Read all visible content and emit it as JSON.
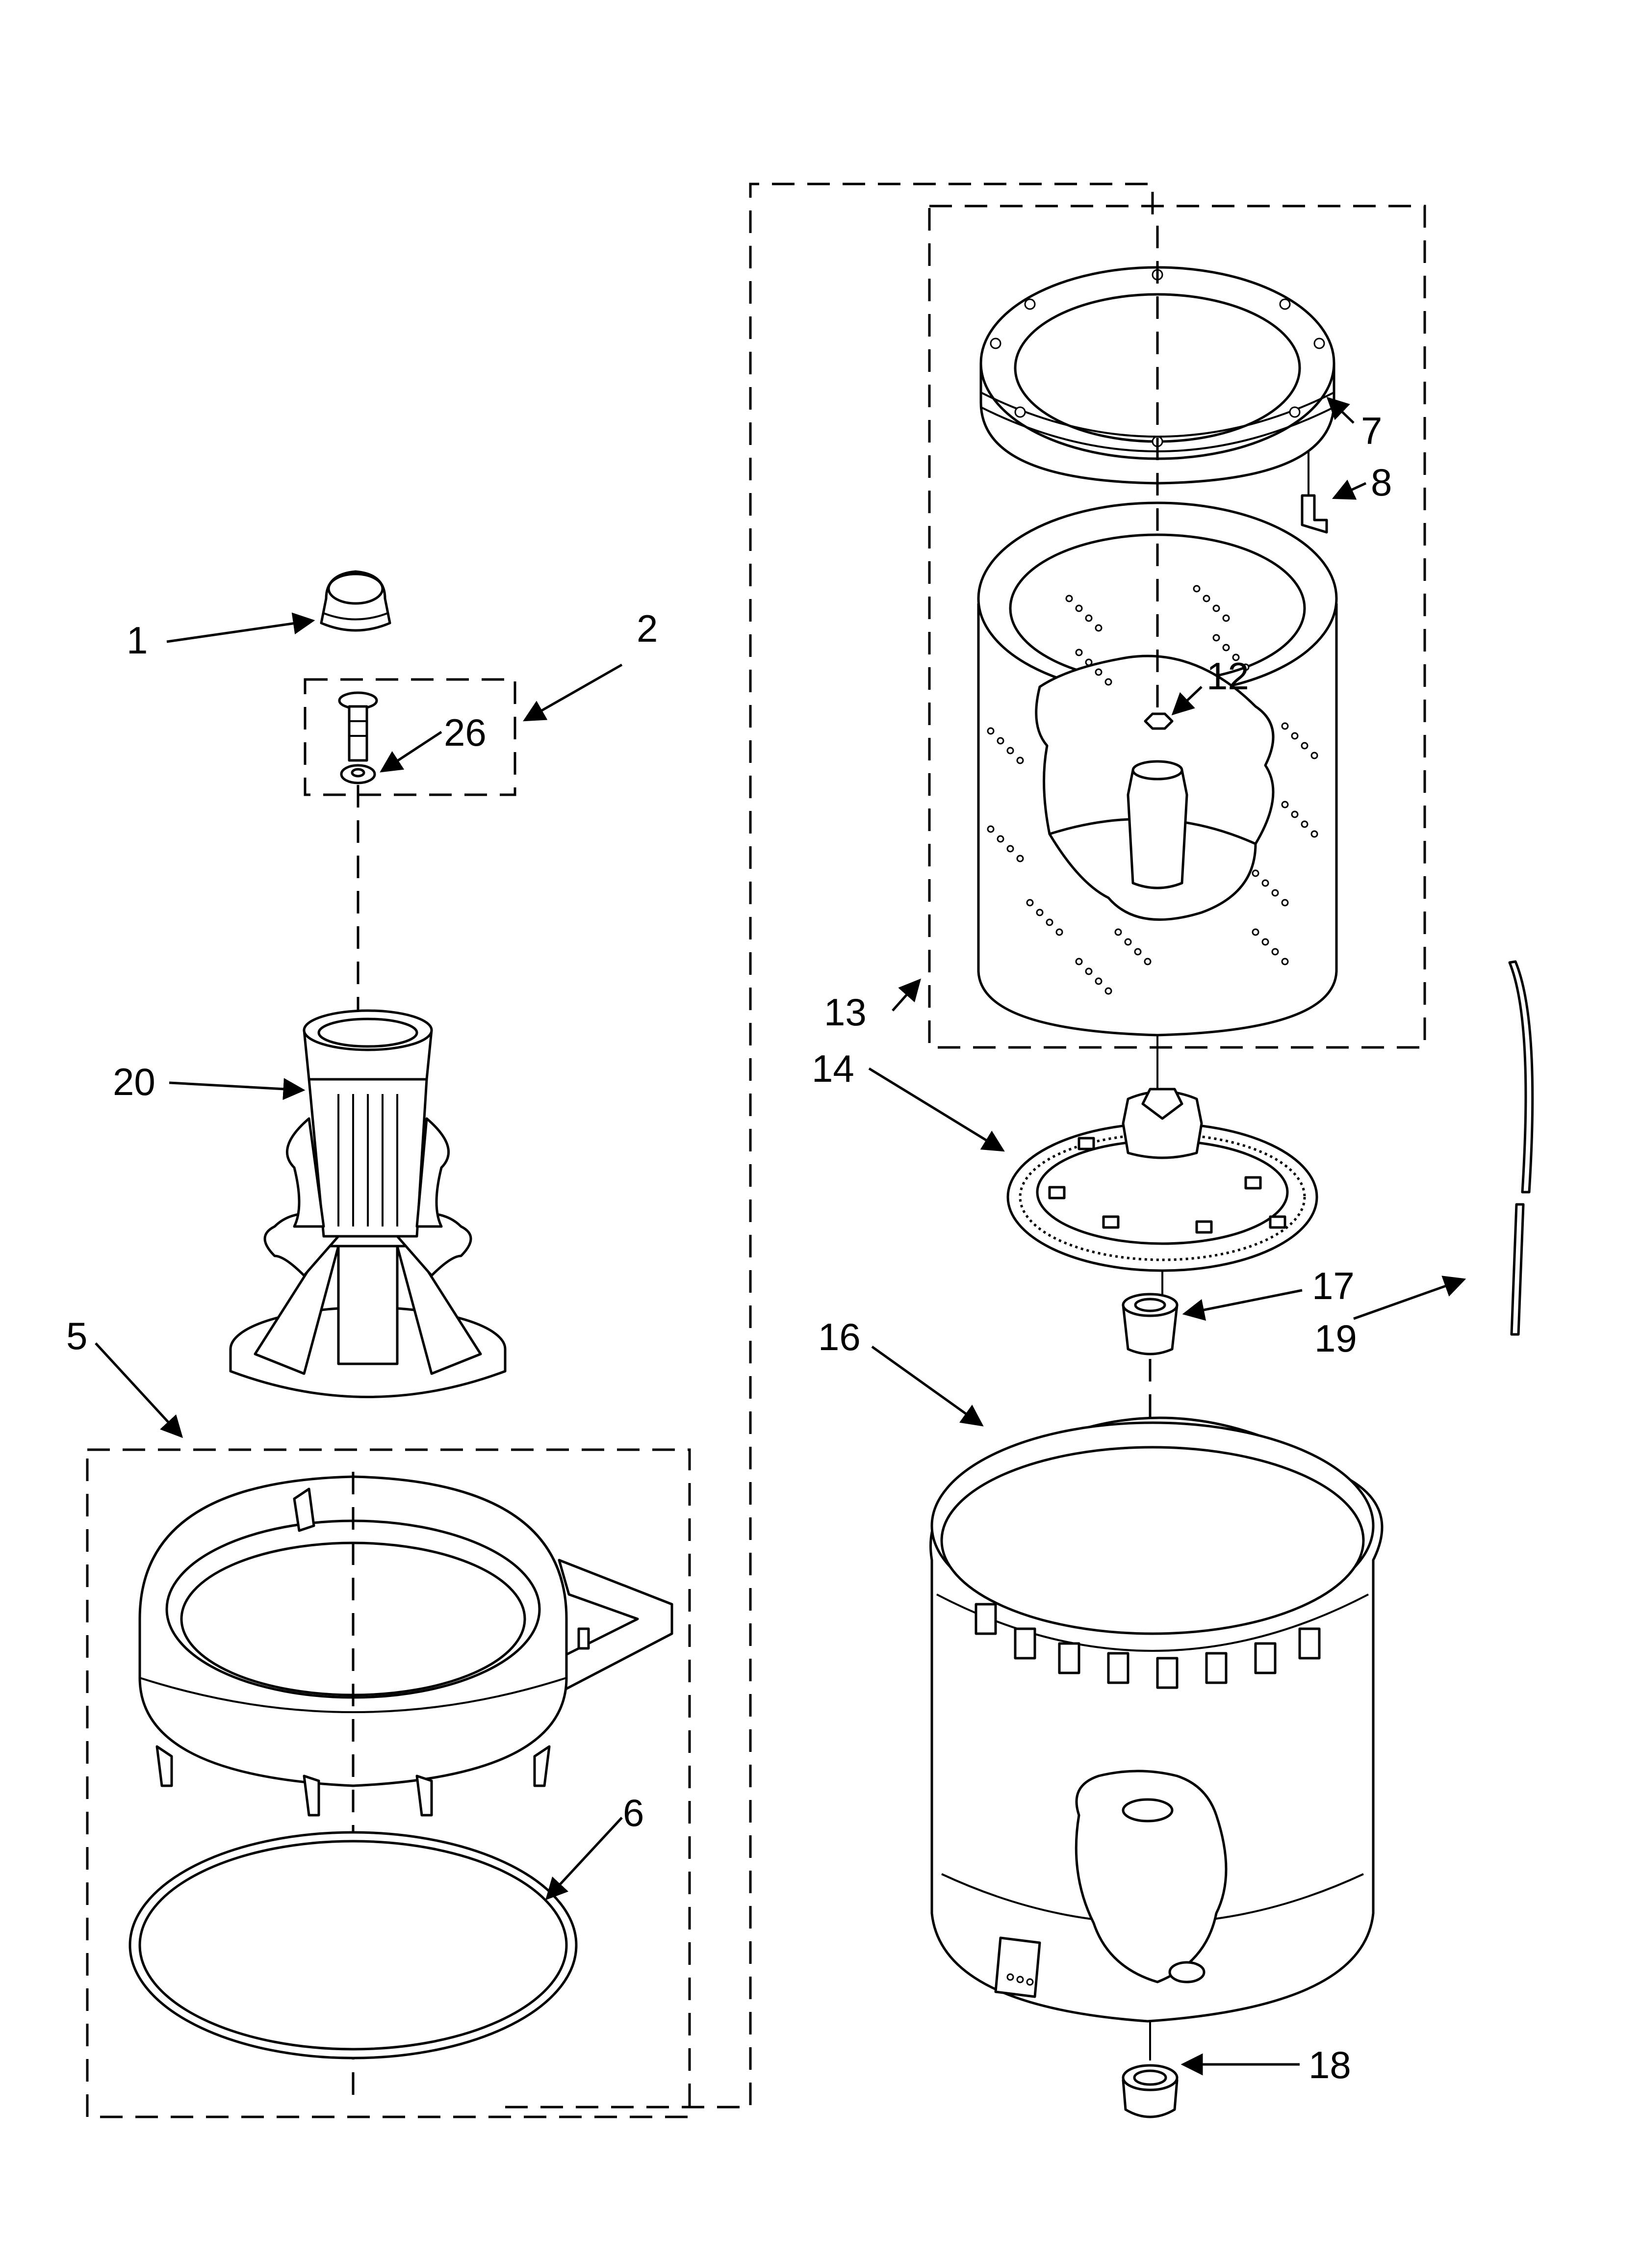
{
  "diagram": {
    "callouts": {
      "c1": "1",
      "c2": "2",
      "c5": "5",
      "c6": "6",
      "c7": "7",
      "c8": "8",
      "c12": "12",
      "c13": "13",
      "c14": "14",
      "c16": "16",
      "c17": "17",
      "c18": "18",
      "c19": "19",
      "c20": "20",
      "c26": "26"
    }
  }
}
